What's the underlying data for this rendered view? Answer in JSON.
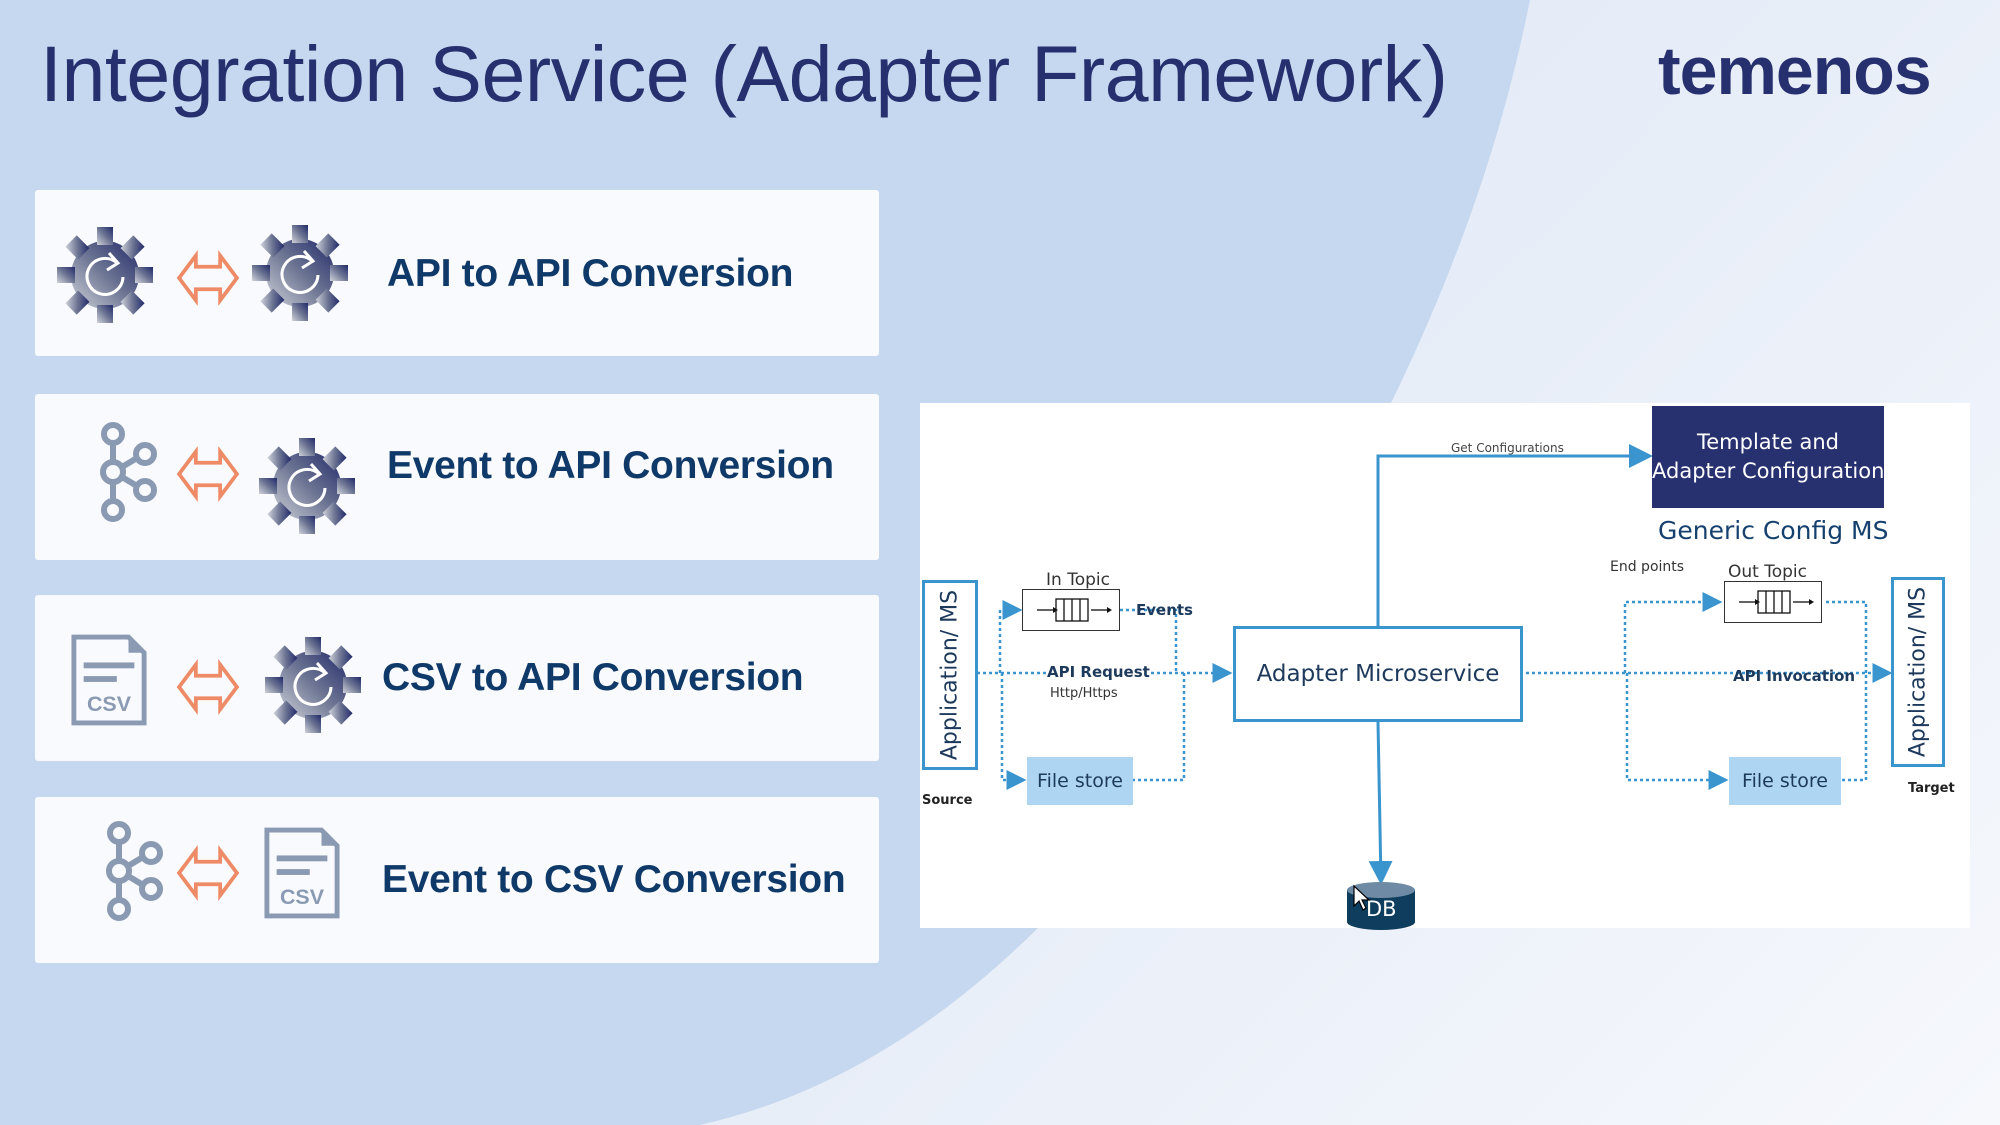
{
  "slide": {
    "title": "Integration Service (Adapter Framework)",
    "logo": "temenos",
    "colors": {
      "title": "#27306e",
      "card_text": "#0f3968",
      "arrow_accent": "#ee8a66",
      "icon_gray": "#8a9ab2",
      "diagram_line": "#3a95cf",
      "config_box": "#28316f",
      "file_store": "#aed6f2",
      "db": "#0f3d5e"
    }
  },
  "cards": [
    {
      "label": "API to API Conversion",
      "left_icon": "gear-refresh-icon",
      "right_icon": "gear-refresh-icon"
    },
    {
      "label": "Event to API Conversion",
      "left_icon": "kafka-event-icon",
      "right_icon": "gear-refresh-icon"
    },
    {
      "label": "CSV to API Conversion",
      "left_icon": "csv-file-icon",
      "right_icon": "gear-refresh-icon"
    },
    {
      "label": "Event to CSV Conversion",
      "left_icon": "kafka-event-icon",
      "right_icon": "csv-file-icon"
    }
  ],
  "csv_label": "CSV",
  "diagram": {
    "config_box_line1": "Template and",
    "config_box_line2": "Adapter Configurations",
    "config_ms_label": "Generic Config MS",
    "get_config_label": "Get Configurations",
    "end_points_label": "End points",
    "adapter_label": "Adapter Microservice",
    "source": {
      "app_label": "Application/ MS",
      "caption": "Source",
      "in_topic": "In Topic",
      "events": "Events",
      "api_request": "API Request",
      "protocol": "Http/Https",
      "file_store": "File store"
    },
    "target": {
      "app_label": "Application/ MS",
      "caption": "Target",
      "out_topic": "Out Topic",
      "api_invocation": "API Invocation",
      "file_store": "File store"
    },
    "db_label": "DB"
  }
}
